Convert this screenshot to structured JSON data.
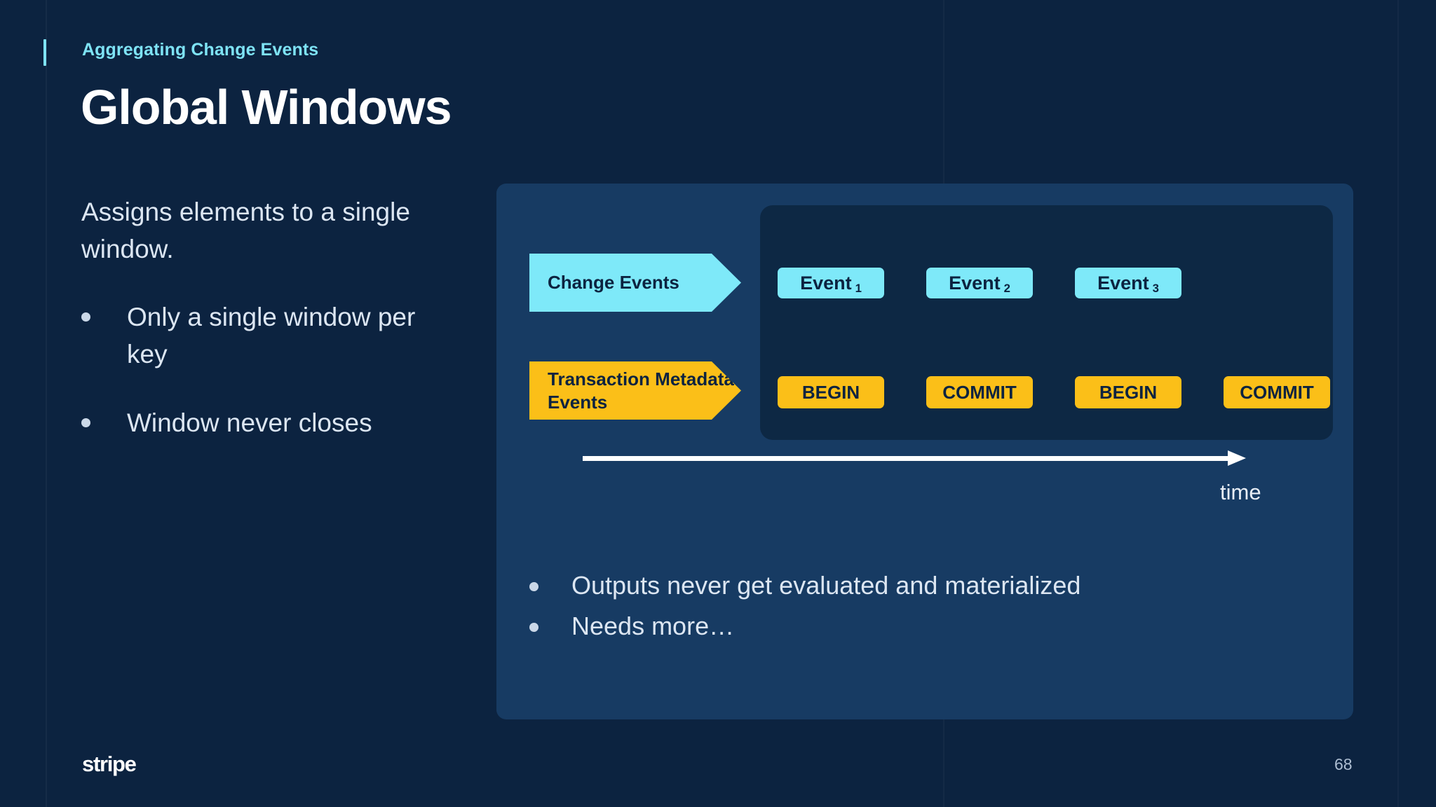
{
  "slide": {
    "eyebrow": "Aggregating Change Events",
    "title": "Global Windows",
    "page_number": "68",
    "logo": "stripe",
    "colors": {
      "background": "#0c2340",
      "panel": "#173b63",
      "inner_panel": "#0d2844",
      "accent_cyan": "#7ee9f9",
      "accent_yellow": "#fbbf18",
      "body_text": "#dce6f2"
    }
  },
  "left_column": {
    "lead": "Assigns elements to a single window.",
    "bullets": [
      {
        "text": "Only a single window per key"
      },
      {
        "text": "Window never closes"
      }
    ]
  },
  "diagram": {
    "lanes": [
      {
        "label": "Change Events",
        "color": "#7ee9f9"
      },
      {
        "label": "Transaction Metadata Events",
        "color": "#fbbf18"
      }
    ],
    "change_events": [
      {
        "label": "Event",
        "subscript": "1"
      },
      {
        "label": "Event",
        "subscript": "2"
      },
      {
        "label": "Event",
        "subscript": "3"
      }
    ],
    "transaction_events": [
      {
        "label": "BEGIN"
      },
      {
        "label": "COMMIT"
      },
      {
        "label": "BEGIN"
      },
      {
        "label": "COMMIT"
      }
    ],
    "axis_label": "time",
    "bullets": [
      {
        "text": "Outputs never get evaluated and materialized"
      },
      {
        "text": "Needs more…"
      }
    ]
  }
}
